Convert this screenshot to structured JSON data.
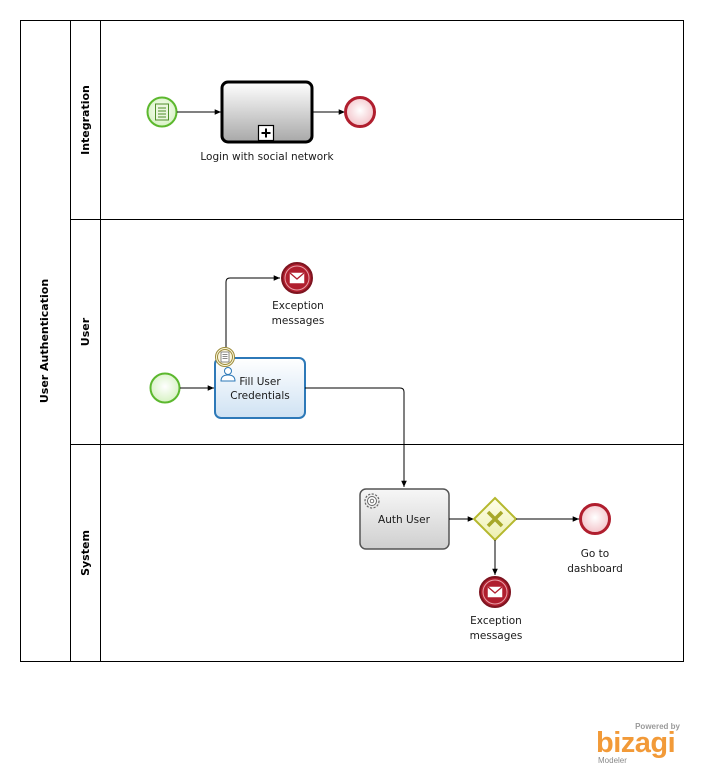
{
  "pool": {
    "label": "User Authentication"
  },
  "lanes": [
    {
      "id": "integration",
      "label": "Integration"
    },
    {
      "id": "user",
      "label": "User"
    },
    {
      "id": "system",
      "label": "System"
    }
  ],
  "elements": {
    "login_subprocess": {
      "label": "Login with social network"
    },
    "user_exception": {
      "label_line1": "Exception",
      "label_line2": "messages"
    },
    "fill_credentials": {
      "label_line1": "Fill User",
      "label_line2": "Credentials"
    },
    "auth_user": {
      "label": "Auth User"
    },
    "go_dashboard": {
      "label_line1": "Go to",
      "label_line2": "dashboard"
    },
    "system_exception": {
      "label_line1": "Exception",
      "label_line2": "messages"
    }
  },
  "branding": {
    "powered_by": "Powered by",
    "name": "bizagi",
    "product": "Modeler"
  },
  "colors": {
    "start_event": "#5cb82e",
    "end_event": "#b01e2e",
    "task_border": "#2d79b8",
    "gateway": "#b5b82e",
    "brand_orange": "#f29a38"
  }
}
